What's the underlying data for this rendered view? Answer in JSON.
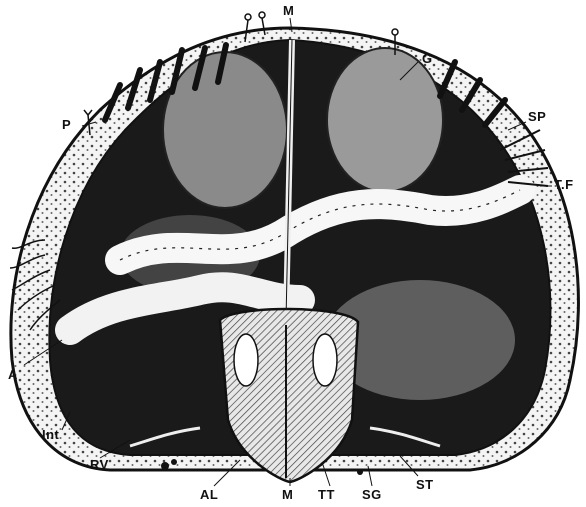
{
  "labels": {
    "M_top": "M",
    "G": "G",
    "SP": "SP",
    "TF": "T.F",
    "P": "P",
    "A": "A",
    "Int": "Int",
    "RV": "RV",
    "AL": "AL",
    "M_bottom": "M",
    "TT": "TT",
    "SG": "SG",
    "ST": "ST"
  },
  "colors": {
    "ink": "#111111",
    "paper": "#ffffff",
    "stipple": "#555555",
    "shade": "#1a1a1a"
  }
}
